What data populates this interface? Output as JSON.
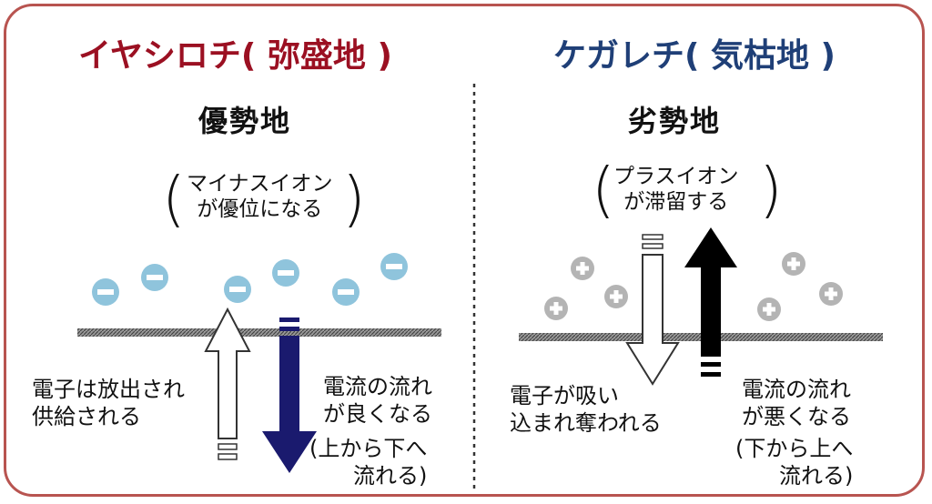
{
  "left": {
    "title": "イヤシロチ( 弥盛地 )",
    "title_color": "#9b1022",
    "subtitle": "優勢地",
    "note": "マイナスイオン\nが優位になる",
    "label_left": "電子は放出され\n供給される",
    "label_right_1": "電流の流れ\nが良くなる",
    "label_right_2": "(上から下へ\n流れる)",
    "ion_icon": "minus-ion-icon",
    "ion_color": "#8fc4dc"
  },
  "right": {
    "title": "ケガレチ( 気枯地 )",
    "title_color": "#1f3f77",
    "subtitle": "劣勢地",
    "note": "プラスイオン\nが滞留する",
    "label_left": "電子が吸い\n込まれ奪われる",
    "label_right_1": "電流の流れ\nが悪くなる",
    "label_right_2": "(下から上へ\n流れる)",
    "ion_icon": "plus-ion-icon",
    "ion_color": "#b4b4b4"
  }
}
